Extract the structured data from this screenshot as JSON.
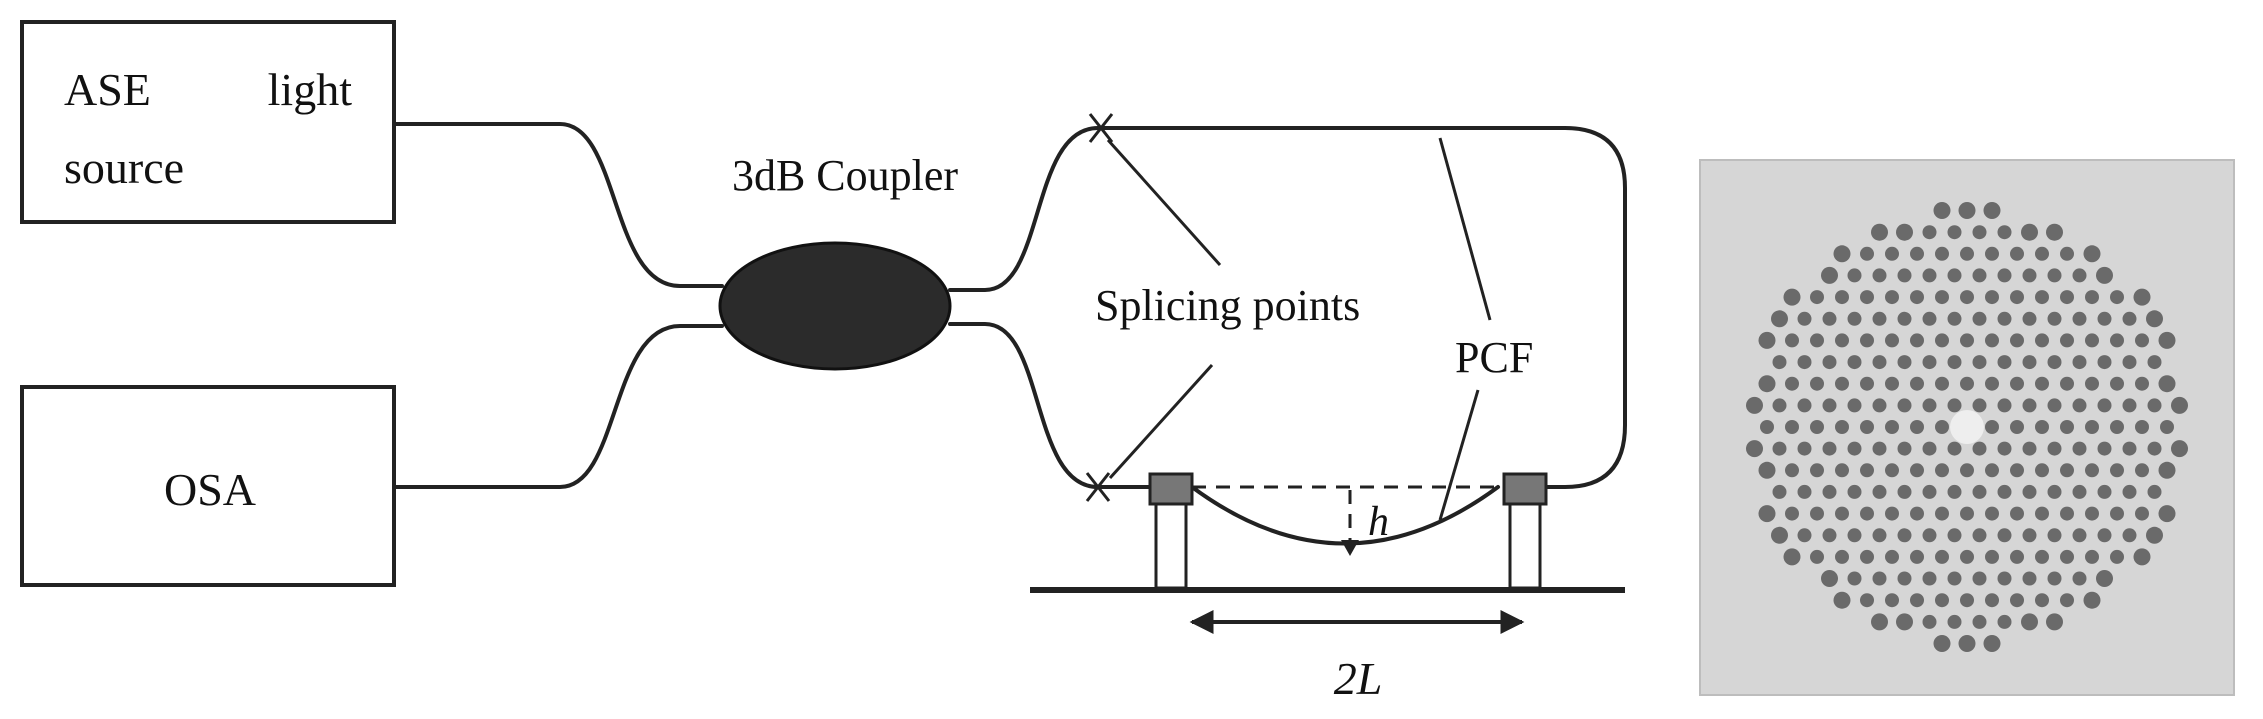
{
  "source_box": {
    "label_line1_left": "ASE",
    "label_line1_right": "light",
    "label_line2": "source"
  },
  "osa_box": {
    "label": "OSA"
  },
  "coupler": {
    "label": "3dB Coupler"
  },
  "splicing": {
    "label": "Splicing points"
  },
  "pcf": {
    "label": "PCF"
  },
  "bend": {
    "depth_label": "h",
    "span_label": "2L"
  },
  "micrograph": {
    "description_icon": "pcf-cross-section-micrograph"
  }
}
